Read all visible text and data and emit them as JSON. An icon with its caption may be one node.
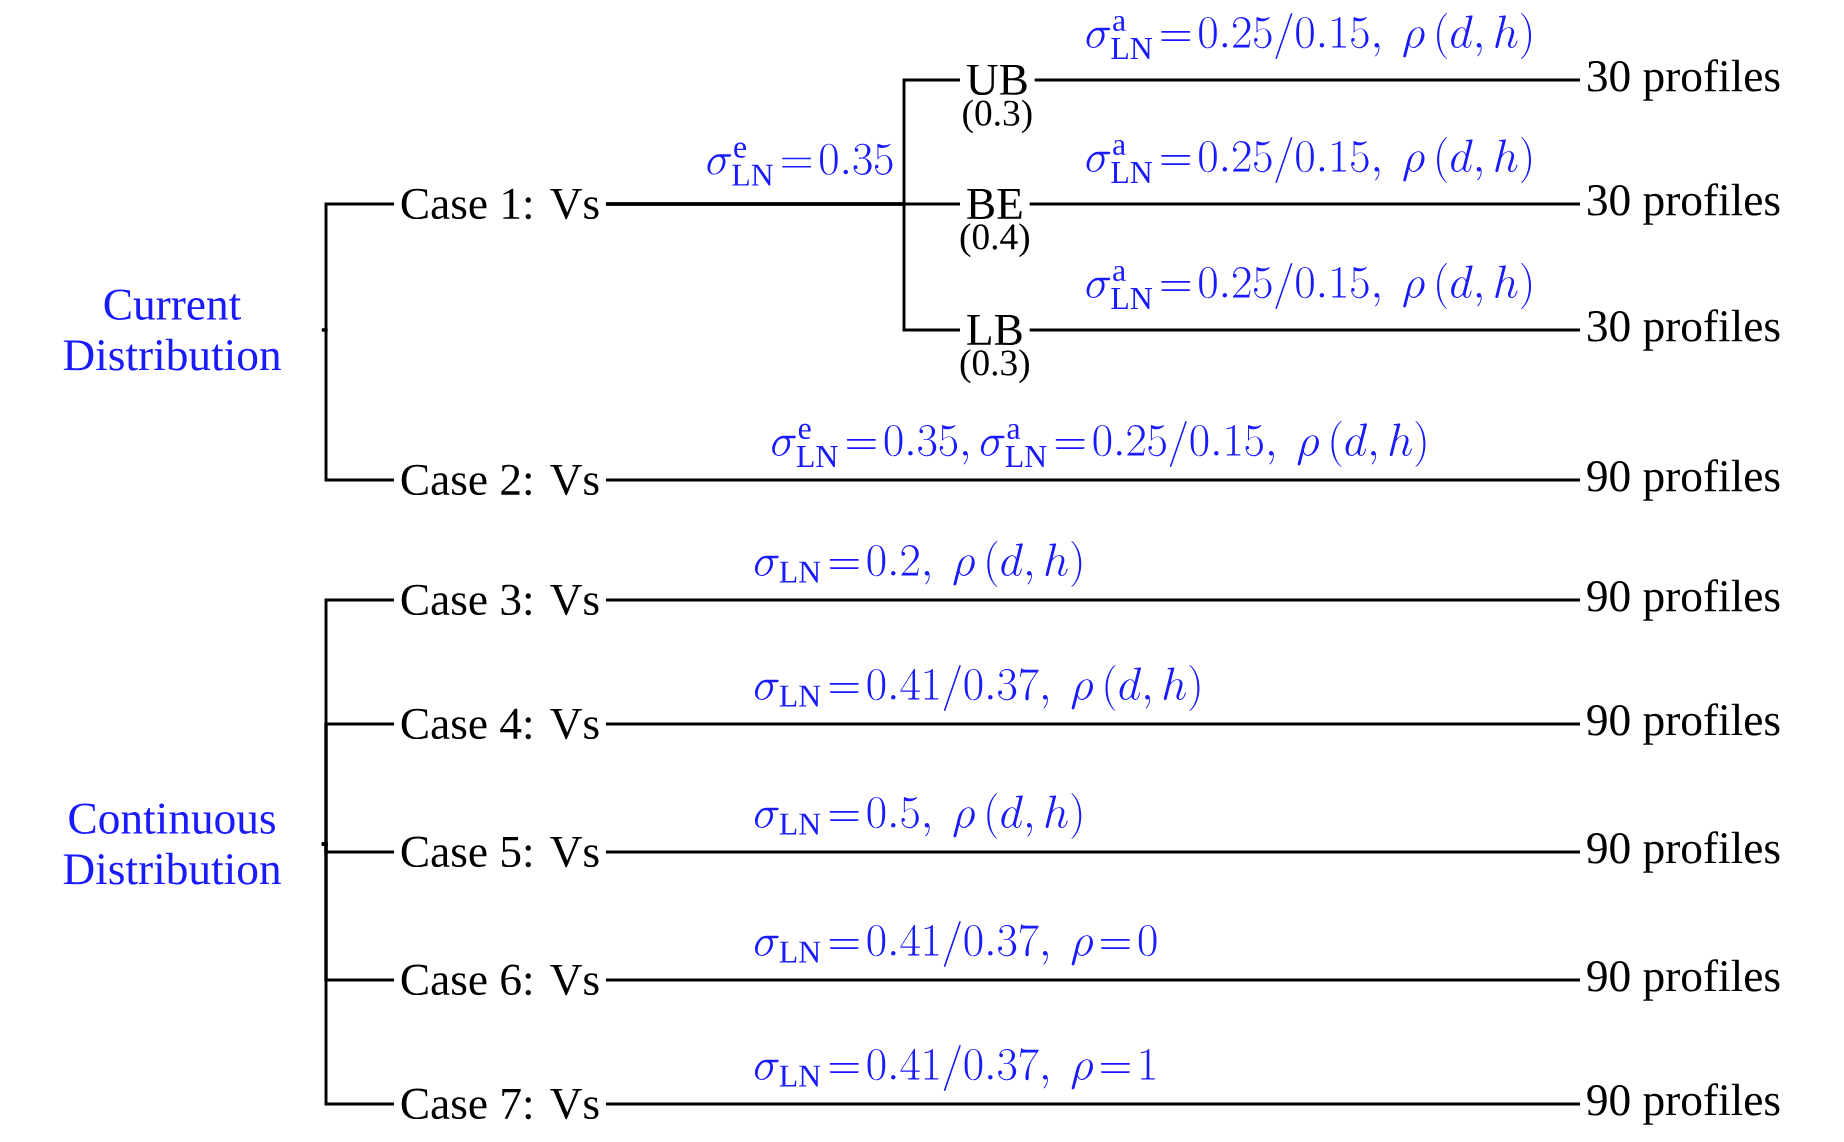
{
  "diagram": {
    "nodes": [
      {
        "text": [
          "Current Distribution"
        ]
      },
      {
        "text": [
          "Case 1: Vs"
        ]
      },
      {
        "text": [
          "Case 2: Vs"
        ]
      },
      {
        "text": [
          "UB"
        ],
        "beside": [
          "(0.3)"
        ]
      },
      {
        "text": [
          "BE"
        ],
        "beside": [
          "(0.4)"
        ]
      },
      {
        "text": [
          "LB"
        ],
        "beside": [
          "(0.3)"
        ]
      },
      {
        "text": [
          "30 profiles"
        ]
      },
      {
        "text": [
          "30 profiles"
        ]
      },
      {
        "text": [
          "30 profiles"
        ]
      },
      {
        "text": [
          "90 profiles"
        ]
      },
      {
        "text": [
          "Continuous Distribution"
        ]
      },
      {
        "text": [
          "Case 3: Vs"
        ]
      },
      {
        "text": [
          "Case 4: Vs"
        ]
      },
      {
        "text": [
          "Case 5: Vs"
        ]
      },
      {
        "text": [
          "Case 6: Vs"
        ]
      },
      {
        "text": [
          "Case 7: Vs"
        ]
      },
      {
        "text": [
          "90 profiles"
        ]
      },
      {
        "text": [
          "90 profiles"
        ]
      },
      {
        "text": [
          "90 profiles"
        ]
      },
      {
        "text": [
          "90 profiles"
        ]
      },
      {
        "text": [
          "90 profiles"
        ]
      }
    ],
    "edges": [
      {
        "from": 0,
        "to": 1,
        "arrow": "none"
      },
      {
        "from": 0,
        "to": 2,
        "arrow": "none"
      },
      {
        "from": 1,
        "to": 3,
        "arrow": "none"
      },
      {
        "from": 1,
        "to": 4,
        "arrow": "none",
        "label": "\\sigma_{\\mathrm{LN}}^{\\mathrm{e}}\\!=\\!0.35"
      },
      {
        "from": 1,
        "to": 5,
        "arrow": "none"
      },
      {
        "from": 3,
        "to": 6,
        "arrow": "none",
        "label": "\\sigma_{\\mathrm{LN}}^{\\mathrm{a}}\\!=\\!0.25/0.15,\\ \\rho\\,(d,h)"
      },
      {
        "from": 4,
        "to": 7,
        "arrow": "none",
        "label": "\\sigma_{\\mathrm{LN}}^{\\mathrm{a}}\\!=\\!0.25/0.15,\\ \\rho\\,(d,h)"
      },
      {
        "from": 5,
        "to": 8,
        "arrow": "none",
        "label": "\\sigma_{\\mathrm{LN}}^{\\mathrm{a}}\\!=\\!0.25/0.15,\\ \\rho\\,(d,h)"
      },
      {
        "from": 2,
        "to": 9,
        "arrow": "none",
        "label": "\\sigma_{\\mathrm{LN}}^{\\mathrm{e}}\\!=\\!0.35,\\sigma_{\\mathrm{LN}}^{\\mathrm{a}}\\!=\\!0.25/0.15,\\ \\rho\\,(d,h)"
      },
      {
        "from": 10,
        "to": 11,
        "arrow": "none"
      },
      {
        "from": 10,
        "to": 12,
        "arrow": "none"
      },
      {
        "from": 10,
        "to": 13,
        "arrow": "none"
      },
      {
        "from": 10,
        "to": 14,
        "arrow": "none"
      },
      {
        "from": 10,
        "to": 15,
        "arrow": "none"
      },
      {
        "from": 11,
        "to": 16,
        "arrow": "none",
        "label": "\\sigma_{\\mathrm{LN}}\\!=\\!0.2,\\ \\rho\\,(d,h)"
      },
      {
        "from": 12,
        "to": 17,
        "arrow": "none",
        "label": "\\sigma_{\\mathrm{LN}}\\!=\\!0.41/0.37,\\ \\rho\\,(d,h)"
      },
      {
        "from": 13,
        "to": 18,
        "arrow": "none",
        "label": "\\sigma_{\\mathrm{LN}}\\!=\\!0.5,\\ \\rho\\,(d,h)"
      },
      {
        "from": 14,
        "to": 19,
        "arrow": "none",
        "label": "\\sigma_{\\mathrm{LN}}\\!=\\!0.41/0.37,\\ \\rho\\!=\\!0"
      },
      {
        "from": 15,
        "to": 20,
        "arrow": "none",
        "label": "\\sigma_{\\mathrm{LN}}\\!=\\!0.41/0.37,\\ \\rho\\!=\\!1"
      }
    ]
  }
}
